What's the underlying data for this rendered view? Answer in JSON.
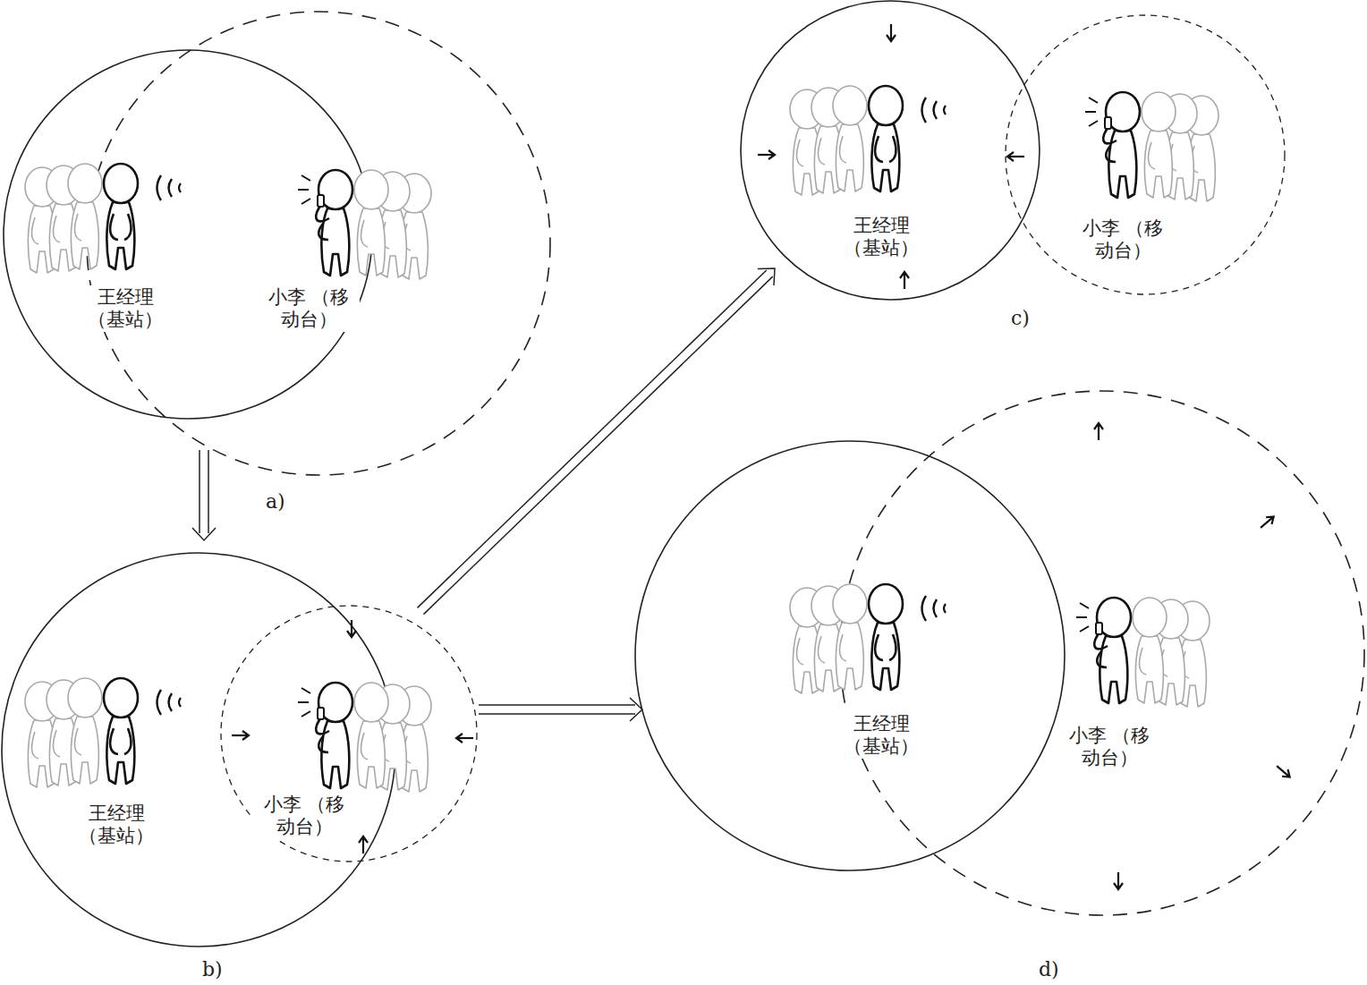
{
  "diagram": {
    "labels": [
      "王经理 （基站）",
      "小李 （移动台）",
      "a)",
      "王经理 （基站）",
      "小李 （移动台）",
      "b)",
      "王经理 （基站）",
      "小李 （移动台）",
      "c)",
      "王经理 （基站）",
      "小李 （移动台）",
      "d)"
    ]
  }
}
